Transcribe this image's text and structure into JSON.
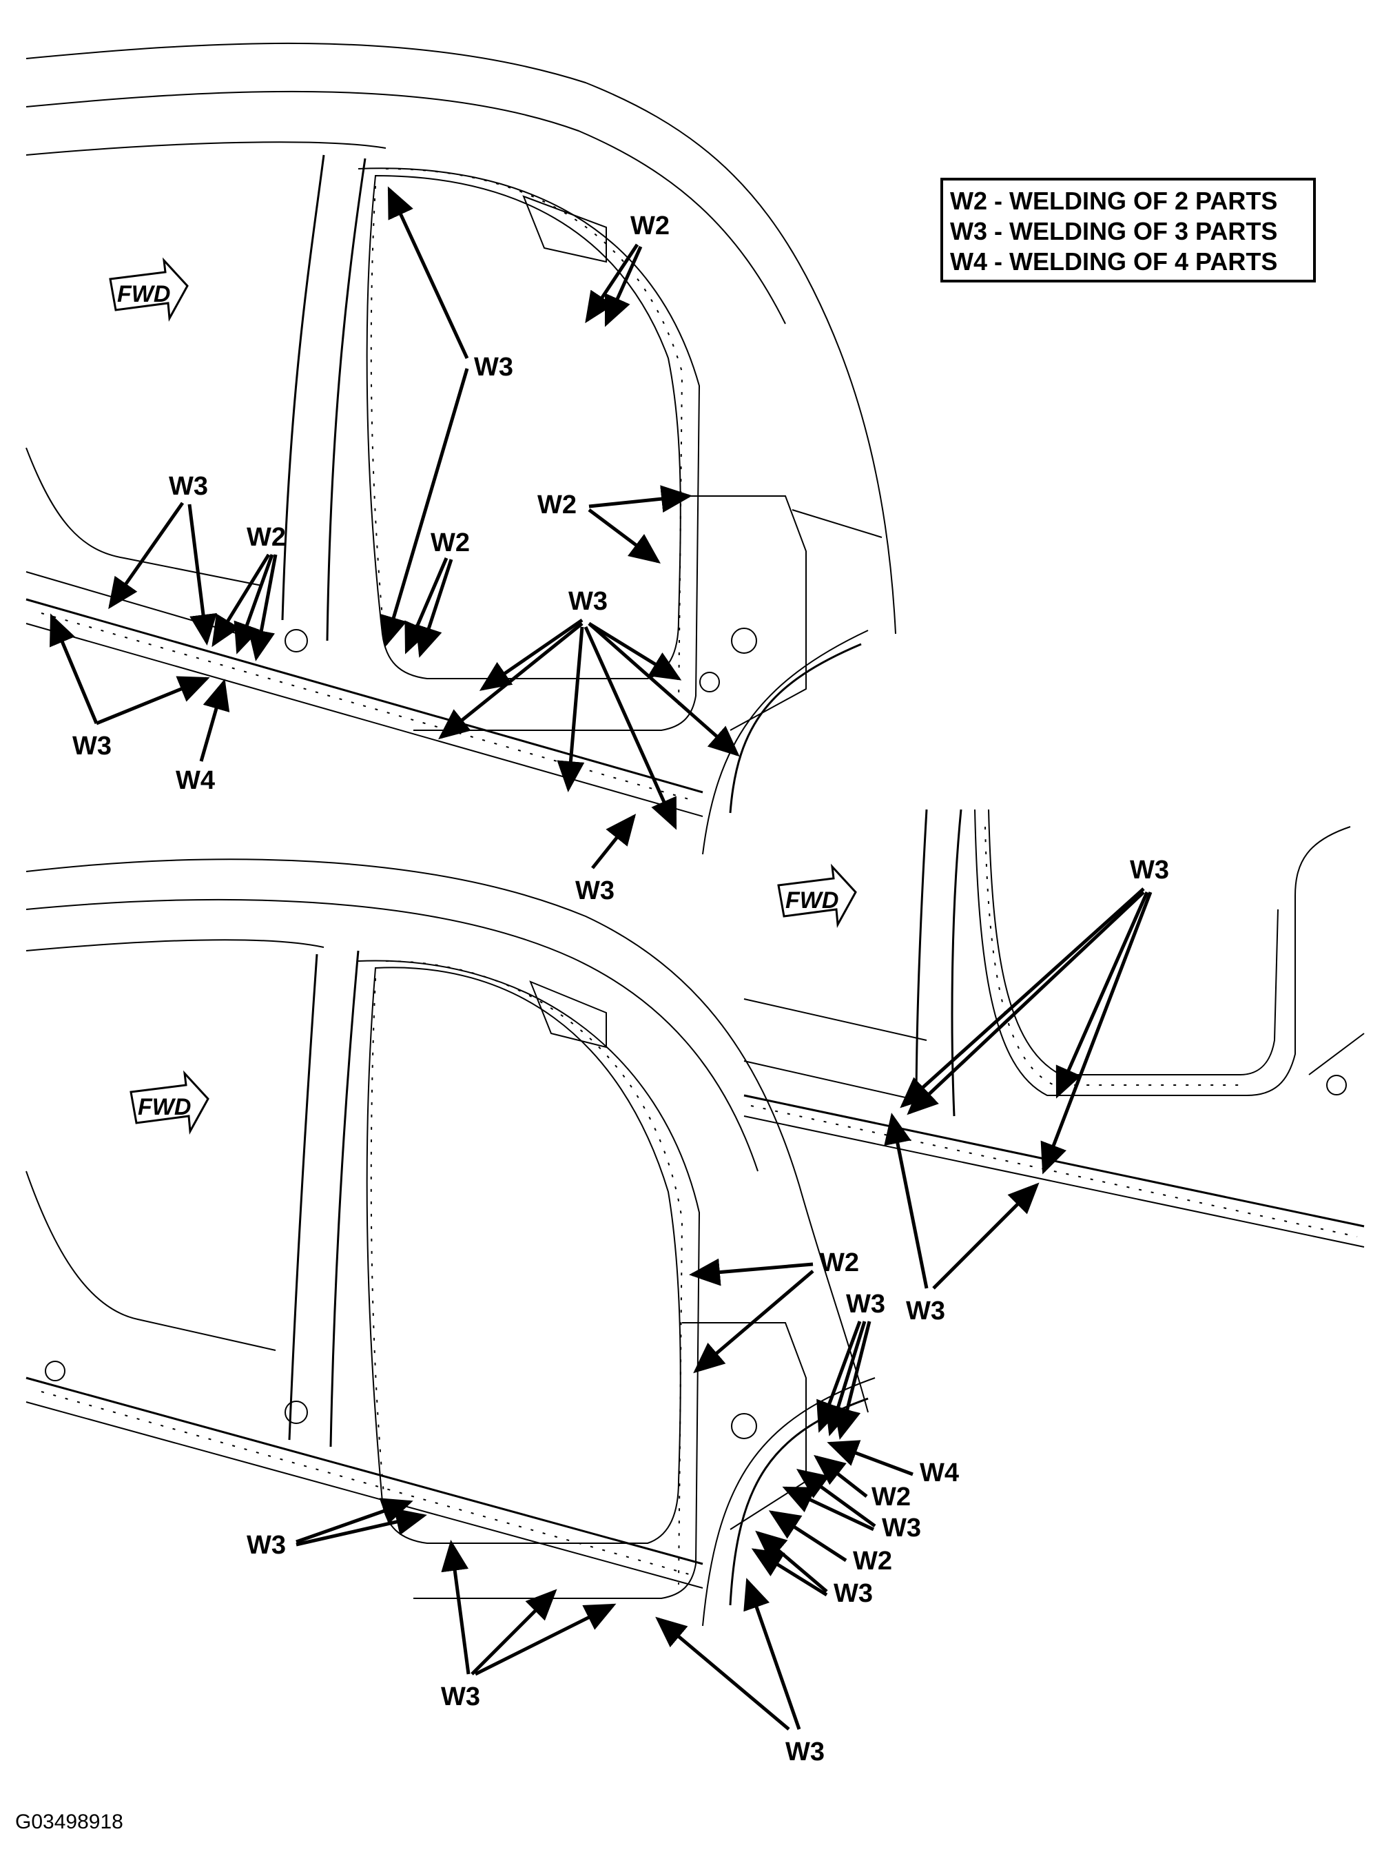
{
  "legend": {
    "items": [
      {
        "code": "W2",
        "text": "W2 - WELDING OF 2 PARTS"
      },
      {
        "code": "W3",
        "text": "W3 - WELDING OF 3 PARTS"
      },
      {
        "code": "W4",
        "text": "W4 - WELDING OF 4 PARTS"
      }
    ]
  },
  "figure_id": "G03498918",
  "views": {
    "upper": {
      "fwd_label": "FWD",
      "callouts": [
        "W2",
        "W3",
        "W2",
        "W3",
        "W2",
        "W2",
        "W3",
        "W3",
        "W4",
        "W3"
      ]
    },
    "lower": {
      "fwd_label": "FWD",
      "callouts": [
        "W2",
        "W3",
        "W4",
        "W2",
        "W3",
        "W2",
        "W3",
        "W3",
        "W3",
        "W3"
      ]
    },
    "detail": {
      "fwd_label": "FWD",
      "callouts": [
        "W3",
        "W3"
      ]
    }
  }
}
